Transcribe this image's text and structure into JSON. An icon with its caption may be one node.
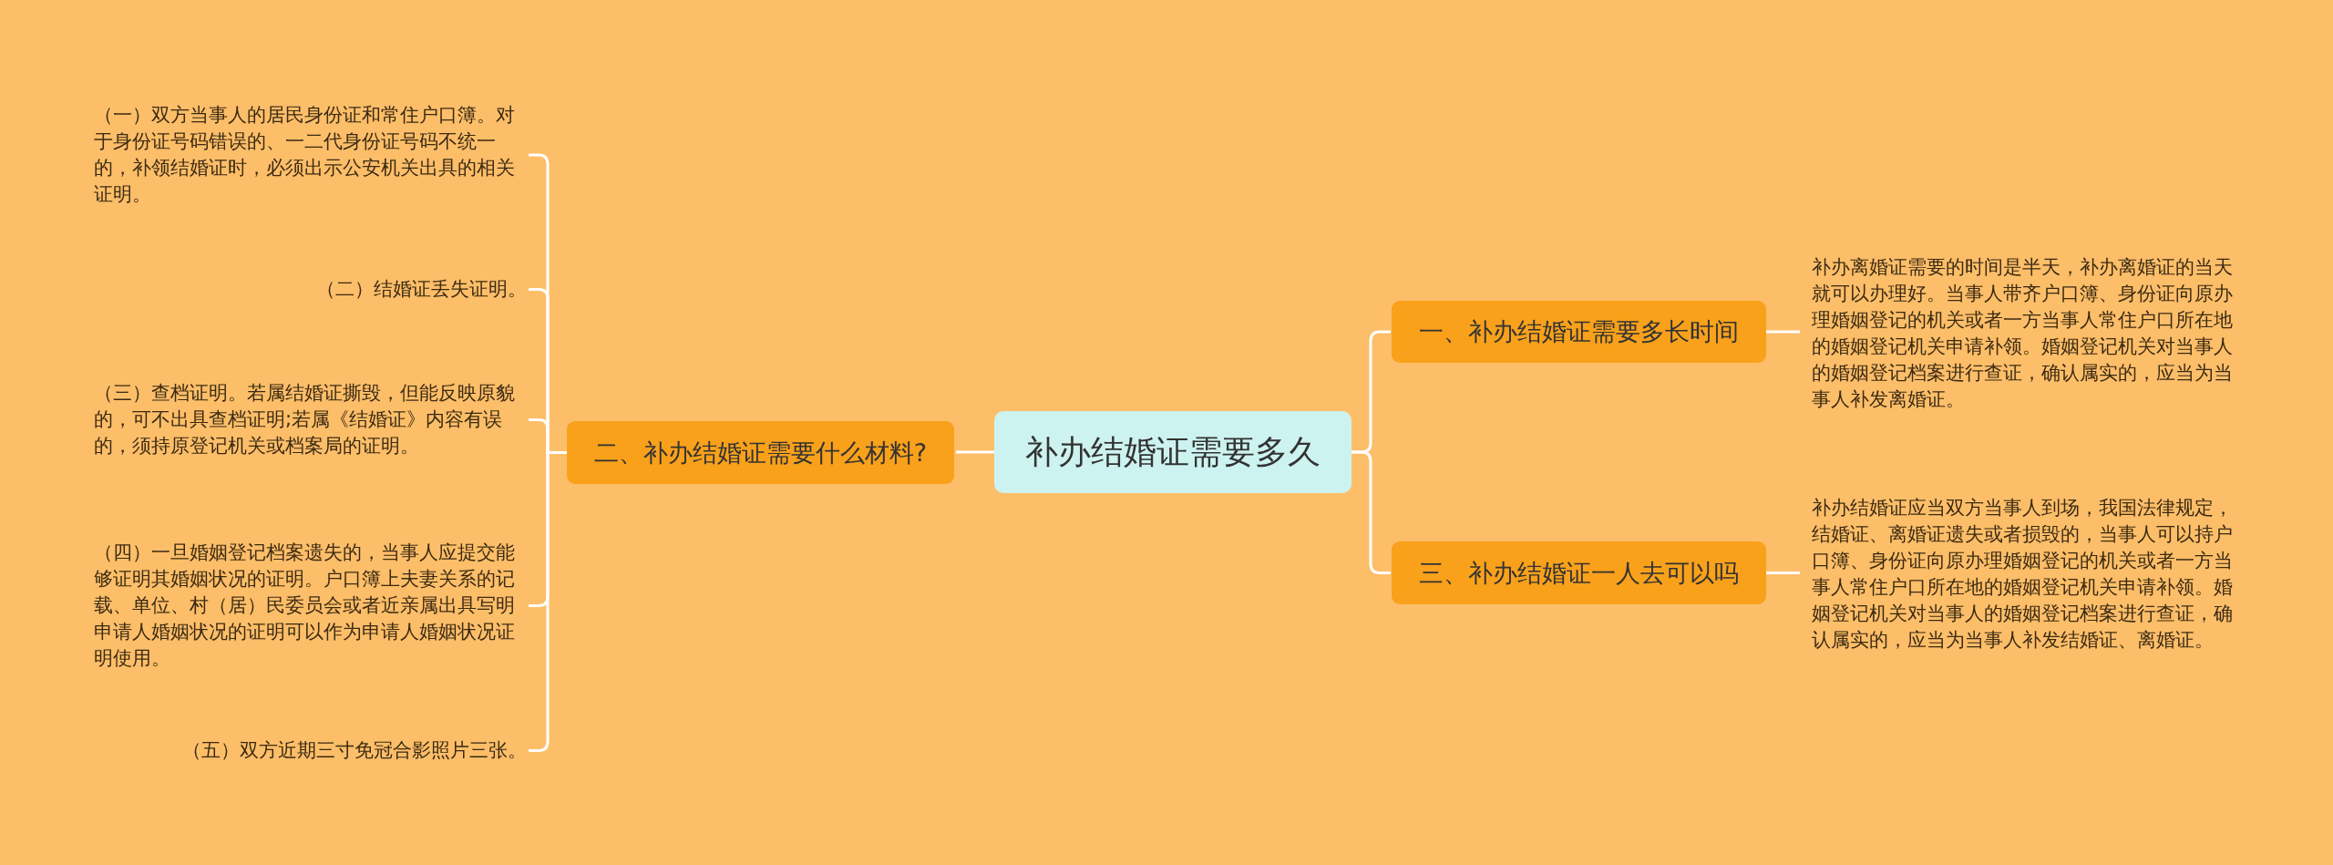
{
  "diagram": {
    "nodes": [
      {
        "text": [
          "补办结婚证需要多久"
        ]
      },
      {
        "text": [
          "一、补办结婚证需要多长时间"
        ]
      },
      {
        "text": [
          "补办离婚证需要的时间是半天，补办离婚证的当天就可以办理好。当事人带齐户口簿、身份证向原办理婚姻登记的机关或者一方当事人常住户口所在地的婚姻登记机关申请补领。婚姻登记机关对当事人的婚姻登记档案进行查证，确认属实的，应当为当事人补发离婚证。"
        ]
      },
      {
        "text": [
          "二、补办结婚证需要什么材料?"
        ]
      },
      {
        "text": [
          "（一）双方当事人的居民身份证和常住户口簿。对于身份证号码错误的、一二代身份证号码不统一的，补领结婚证时，必须出示公安机关出具的相关证明。"
        ]
      },
      {
        "text": [
          "（二）结婚证丢失证明。"
        ]
      },
      {
        "text": [
          "（三）查档证明。若属结婚证撕毁，但能反映原貌的，可不出具查档证明;若属《结婚证》内容有误的，须持原登记机关或档案局的证明。"
        ]
      },
      {
        "text": [
          "（四）一旦婚姻登记档案遗失的，当事人应提交能够证明其婚姻状况的证明。户口簿上夫妻关系的记载、单位、村（居）民委员会或者近亲属出具写明申请人婚姻状况的证明可以作为申请人婚姻状况证明使用。"
        ]
      },
      {
        "text": [
          "（五）双方近期三寸免冠合影照片三张。"
        ]
      },
      {
        "text": [
          "三、补办结婚证一人去可以吗"
        ]
      },
      {
        "text": [
          "补办结婚证应当双方当事人到场，我国法律规定，结婚证、离婚证遗失或者损毁的，当事人可以持户口簿、身份证向原办理婚姻登记的机关或者一方当事人常住户口所在地的婚姻登记机关申请补领。婚姻登记机关对当事人的婚姻登记档案进行查证，确认属实的，应当为当事人补发结婚证、离婚证。"
        ]
      }
    ],
    "edges": [
      {
        "from": 0,
        "to": 1,
        "arrow": "none"
      },
      {
        "from": 1,
        "to": 2,
        "arrow": "none"
      },
      {
        "from": 0,
        "to": 3,
        "arrow": "none"
      },
      {
        "from": 3,
        "to": 4,
        "arrow": "none"
      },
      {
        "from": 3,
        "to": 5,
        "arrow": "none"
      },
      {
        "from": 3,
        "to": 6,
        "arrow": "none"
      },
      {
        "from": 3,
        "to": 7,
        "arrow": "none"
      },
      {
        "from": 3,
        "to": 8,
        "arrow": "none"
      },
      {
        "from": 0,
        "to": 9,
        "arrow": "none"
      },
      {
        "from": 9,
        "to": 10,
        "arrow": "none"
      }
    ]
  }
}
